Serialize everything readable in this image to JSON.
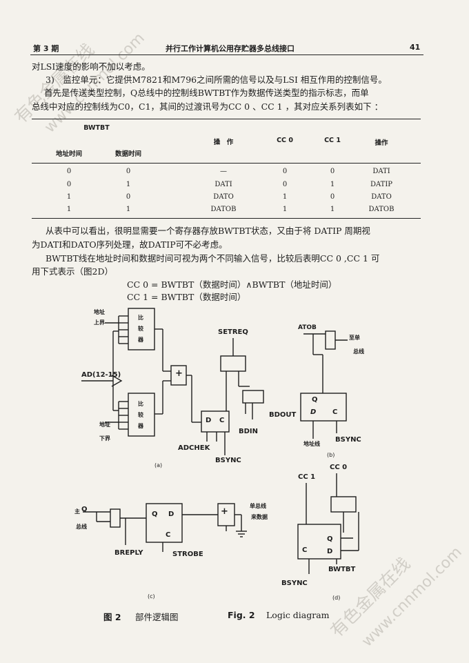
{
  "header": {
    "left": "第 3 期",
    "center": "并行工作计算机公用存贮器多总线接口",
    "right": "41"
  },
  "body": {
    "l1": "对LSI速度的影响不加以考虑。",
    "l2": "3)　监控单元：它提供M7821和M796之间所需的信号以及与LSI 相互作用的控制信号。",
    "l3": "首先是传送类型控制，Q总线中的控制线BWTBT作为数据传送类型的指示标志，而单",
    "l4": "总线中对应的控制线为C0，C1，其间的过渡讯号为CC 0 、CC 1 ，其对应关系列表如下 ："
  },
  "table": {
    "group": "BWTBT",
    "headers": [
      "地址时间",
      "数据时间",
      "操　作",
      "CC 0",
      "CC 1",
      "操作"
    ],
    "rows": [
      [
        "0",
        "0",
        "—",
        "0",
        "0",
        "DATI"
      ],
      [
        "0",
        "1",
        "DATI",
        "0",
        "1",
        "DATIP"
      ],
      [
        "1",
        "0",
        "DATO",
        "1",
        "0",
        "DATO"
      ],
      [
        "1",
        "1",
        "DATOB",
        "1",
        "1",
        "DATOB"
      ]
    ]
  },
  "after": {
    "l1": "从表中可以看出，很明显需要一个寄存器存放BWTBT状态，又由于将 DATIP 周期视",
    "l2": "为DATI和DATO序列处理，故DATIP可不必考虑。",
    "l3": "BWTBT线在地址时间和数据时间可视为两个不同输入信号，比较后表明CC 0 ,CC 1 可",
    "l4": "用下式表示（图2D）",
    "eq1": "CC 0 = BWTBT（数据时间）∧BWTBT（地址时间）",
    "eq2": "CC 1 = BWTBT（数据时间）"
  },
  "fig": {
    "a": {
      "upper_a": "地址",
      "upper_b": "上界",
      "lower_a": "地址",
      "lower_b": "下界",
      "cmp": "比较器",
      "ad": "AD(12-15)",
      "plus": "+",
      "setreq": "SETREQ",
      "bdout": "BDOUT",
      "bdin": "BDIN",
      "adchek": "ADCHEK",
      "bsync": "BSYNC",
      "d": "D",
      "c": "C",
      "label": "(a)"
    },
    "b": {
      "atob": "ATOB",
      "zd1": "至单",
      "zd2": "总线",
      "q": "Q",
      "d": "D",
      "c": "C",
      "addr": "地址线",
      "bsync": "BSYNC",
      "label": "(b)"
    },
    "c": {
      "q": "Q",
      "bus": "总线",
      "main": "主",
      "q2": "Q",
      "d": "D",
      "c": "C",
      "breply": "BREPLY",
      "strobe": "STROBE",
      "plus": "+",
      "out1": "单总线",
      "out2": "来数据",
      "label": "(c)"
    },
    "d": {
      "cc1": "CC 1",
      "cc0": "CC 0",
      "c": "C",
      "q": "Q",
      "d": "D",
      "bsync": "BSYNC",
      "bwtbt": "BWTBT",
      "label": "(d)"
    }
  },
  "caption": {
    "cn_num": "图 2",
    "cn": "部件逻辑图",
    "en_num": "Fig. 2",
    "en": "Logic diagram"
  },
  "watermark": {
    "a": "有色金属在线",
    "b": "www.cnnmol.com"
  }
}
